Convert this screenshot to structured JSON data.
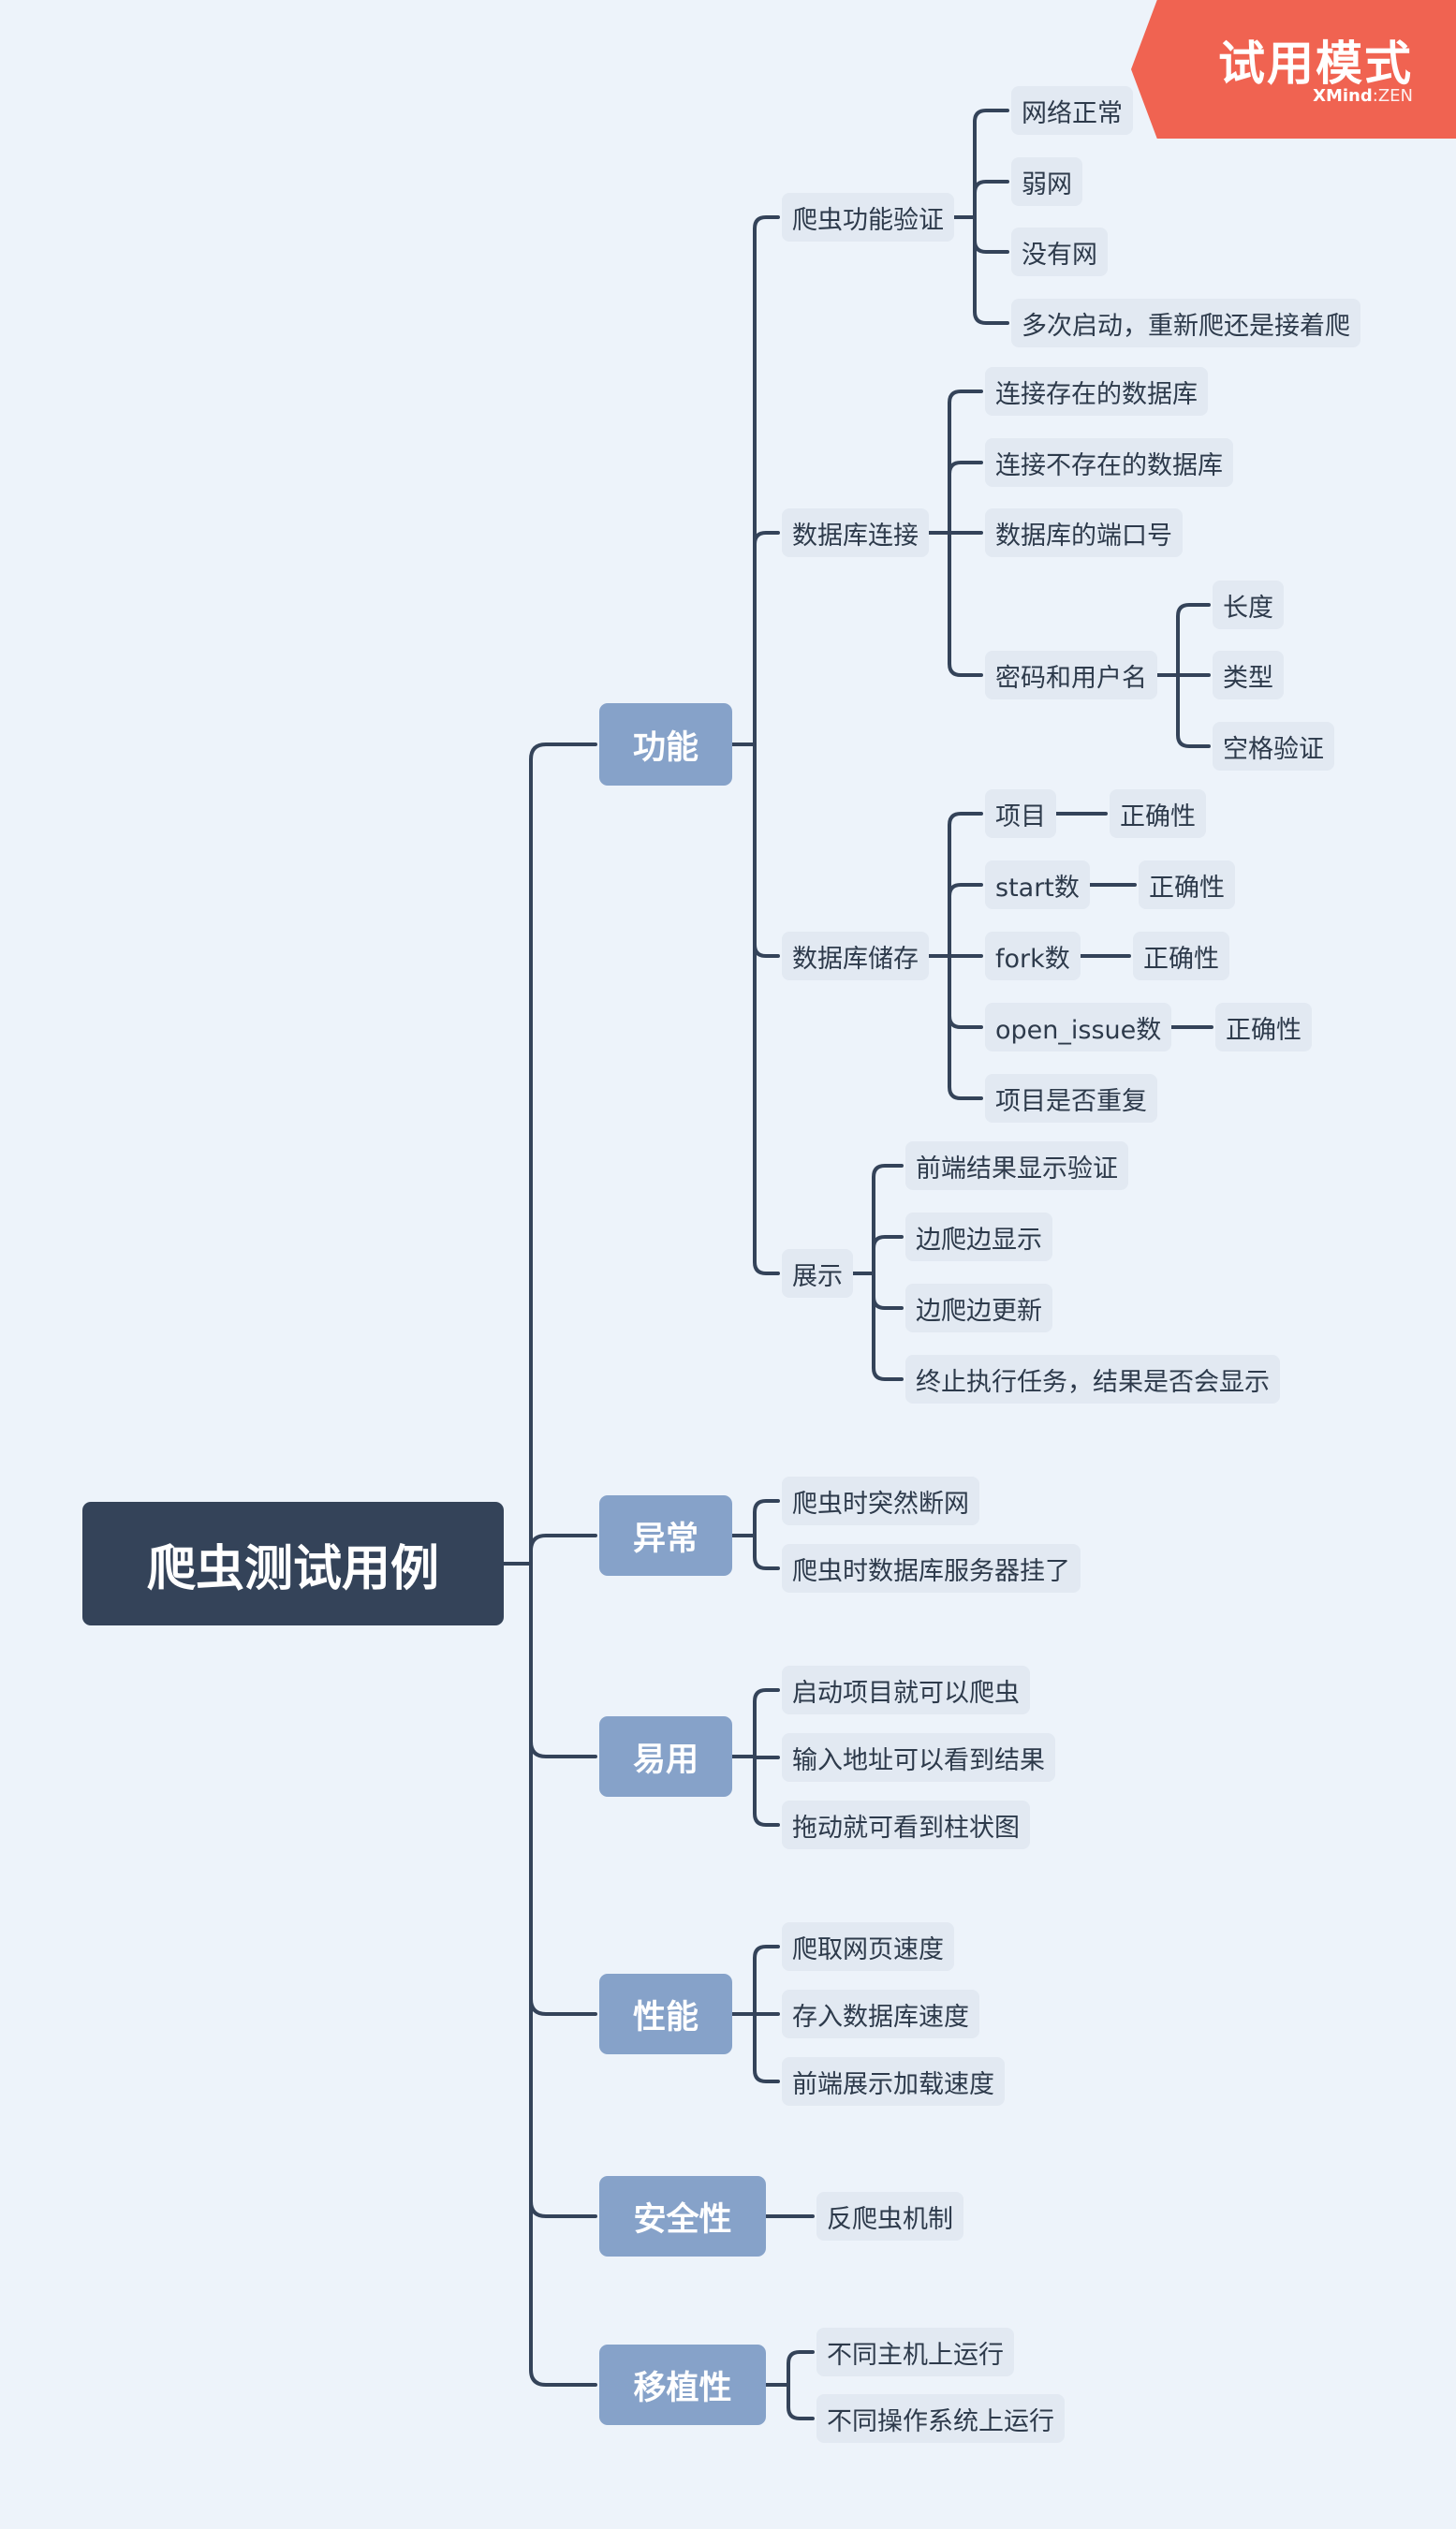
{
  "badge": {
    "title": "试用模式",
    "brand": "XMind",
    "edition": "ZEN"
  },
  "root": {
    "label": "爬虫测试用例"
  },
  "branches": [
    {
      "label": "功能",
      "children": [
        {
          "label": "爬虫功能验证",
          "children": [
            {
              "label": "网络正常"
            },
            {
              "label": "弱网"
            },
            {
              "label": "没有网"
            },
            {
              "label": "多次启动，重新爬还是接着爬"
            }
          ]
        },
        {
          "label": "数据库连接",
          "children": [
            {
              "label": "连接存在的数据库"
            },
            {
              "label": "连接不存在的数据库"
            },
            {
              "label": "数据库的端口号"
            },
            {
              "label": "密码和用户名",
              "children": [
                {
                  "label": "长度"
                },
                {
                  "label": "类型"
                },
                {
                  "label": "空格验证"
                }
              ]
            }
          ]
        },
        {
          "label": "数据库储存",
          "children": [
            {
              "label": "项目",
              "children": [
                {
                  "label": "正确性"
                }
              ]
            },
            {
              "label": "start数",
              "children": [
                {
                  "label": "正确性"
                }
              ]
            },
            {
              "label": "fork数",
              "children": [
                {
                  "label": "正确性"
                }
              ]
            },
            {
              "label": "open_issue数",
              "children": [
                {
                  "label": "正确性"
                }
              ]
            },
            {
              "label": "项目是否重复"
            }
          ]
        },
        {
          "label": "展示",
          "children": [
            {
              "label": "前端结果显示验证"
            },
            {
              "label": "边爬边显示"
            },
            {
              "label": "边爬边更新"
            },
            {
              "label": "终止执行任务，结果是否会显示"
            }
          ]
        }
      ]
    },
    {
      "label": "异常",
      "children": [
        {
          "label": "爬虫时突然断网"
        },
        {
          "label": "爬虫时数据库服务器挂了"
        }
      ]
    },
    {
      "label": "易用",
      "children": [
        {
          "label": "启动项目就可以爬虫"
        },
        {
          "label": "输入地址可以看到结果"
        },
        {
          "label": "拖动就可看到柱状图"
        }
      ]
    },
    {
      "label": "性能",
      "children": [
        {
          "label": "爬取网页速度"
        },
        {
          "label": "存入数据库速度"
        },
        {
          "label": "前端展示加载速度"
        }
      ]
    },
    {
      "label": "安全性",
      "children": [
        {
          "label": "反爬虫机制"
        }
      ]
    },
    {
      "label": "移植性",
      "children": [
        {
          "label": "不同主机上运行"
        },
        {
          "label": "不同操作系统上运行"
        }
      ]
    }
  ],
  "colors": {
    "background": "#edf3fa",
    "root": "#344359",
    "branch": "#86a2c9",
    "leaf": "#e2e9f2",
    "line": "#344359",
    "badge": "#f06351"
  }
}
